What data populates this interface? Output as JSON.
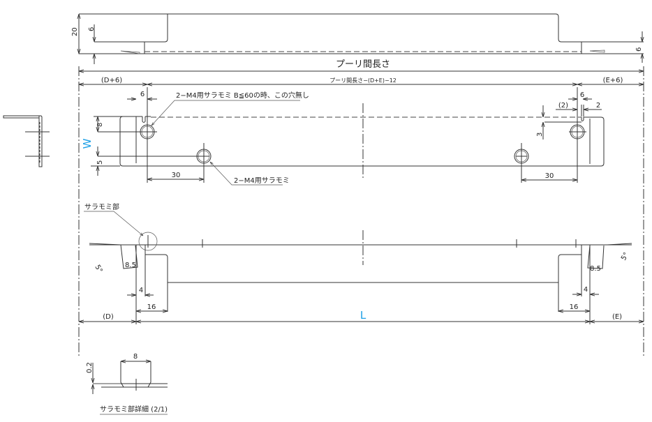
{
  "drawing": {
    "side_view": {
      "dim_height": "20",
      "dim_step_left": "6",
      "dim_step_right": "6"
    },
    "overall": {
      "pulley_length_label": "プーリ間長さ"
    },
    "plan_view": {
      "dim_left": "(D+6)",
      "dim_middle": "プーリ間長さ−(D+E)−12",
      "dim_right": "(E+6)",
      "dim_6_left": "6",
      "dim_6_right": "6",
      "dim_2_paren": "(2)",
      "dim_2": "2",
      "dim_3": "3",
      "dim_8": "8",
      "dim_5": "5",
      "dim_30_left": "30",
      "dim_30_right": "30",
      "width_label": "W",
      "note_top": "2−M4用サラモミ B≦60の時、この穴無し",
      "note_bottom": "2−M4用サラモミ"
    },
    "front_view": {
      "countersink_label": "サラモミ部",
      "angle_left": "5°",
      "angle_right": "5°",
      "dim_85_left": "8.5",
      "dim_85_right": "8.5",
      "dim_4_left": "4",
      "dim_4_right": "4",
      "dim_16_left": "16",
      "dim_16_right": "16",
      "dim_D": "(D)",
      "dim_L": "L",
      "dim_E": "(E)"
    },
    "detail": {
      "dim_8": "8",
      "dim_02": "0.2",
      "caption": "サラモミ部詳細 (2/1)"
    },
    "accent_color": "#1ea0e6"
  }
}
